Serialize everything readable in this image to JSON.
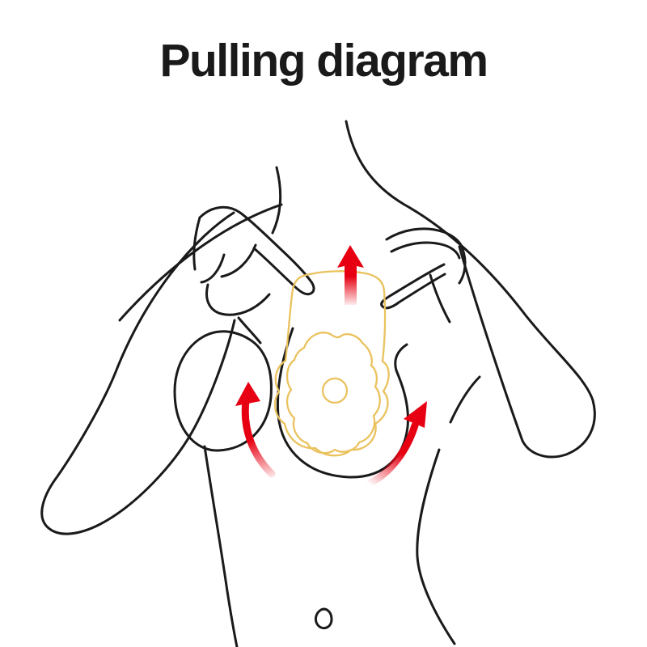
{
  "page": {
    "background": "#ffffff"
  },
  "header": {
    "title": "Pulling diagram"
  },
  "figure": {
    "line_color": "#1a1a1a",
    "patch_color": "#eac25e",
    "arrow_color": "#e60012",
    "arrows": [
      {
        "name": "center-up-arrow",
        "direction": "up"
      },
      {
        "name": "left-curved-arrow",
        "direction": "curving-up-left"
      },
      {
        "name": "right-curved-arrow",
        "direction": "curving-up-right"
      }
    ]
  }
}
